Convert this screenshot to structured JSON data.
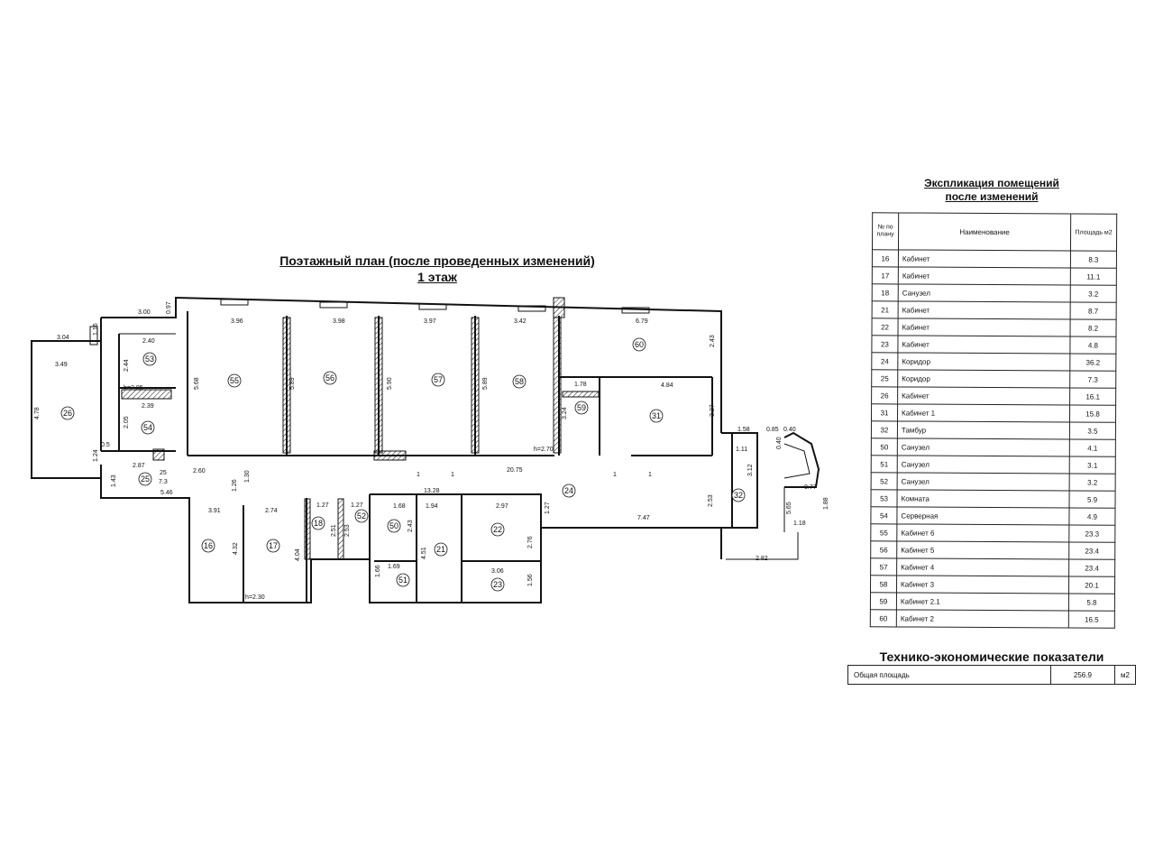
{
  "plan": {
    "title_line1": "Поэтажный план  (после проведенных изменений)",
    "title_line2": "1 этаж",
    "rooms": [
      "16",
      "17",
      "18",
      "21",
      "22",
      "23",
      "24",
      "25",
      "26",
      "31",
      "32",
      "50",
      "51",
      "52",
      "53",
      "54",
      "55",
      "56",
      "57",
      "58",
      "59",
      "60"
    ],
    "dimensions": [
      "3.00",
      "0.97",
      "3.96",
      "3.98",
      "3.97",
      "3.42",
      "6.79",
      "3.04",
      "1.16",
      "3.49",
      "2.40",
      "2.44",
      "h=2.85",
      "2.39",
      "2.05",
      "4.78",
      "0.5",
      "1.24",
      "2.87",
      "25",
      "7.3",
      "1.43",
      "5.46",
      "2.60",
      "1.30",
      "1.26",
      "5.68",
      "5.89",
      "5.90",
      "5.89",
      "1.78",
      "3.24",
      "h=2.70",
      "2.43",
      "4.84",
      "3.27",
      "20.75",
      "1.58",
      "0.85",
      "0.40",
      "1.11",
      "0.40",
      "3.12",
      "0.77",
      "1.88",
      "5.65",
      "1.18",
      "2.53",
      "2.82",
      "7.47",
      "13.28",
      "3.91",
      "2.74",
      "4.32",
      "4.04",
      "h=2.30",
      "1.27",
      "1.27",
      "2.51",
      "2.53",
      "1.68",
      "1.94",
      "2.97",
      "2.43",
      "1.27",
      "2.76",
      "4.51",
      "1.66",
      "1.69",
      "3.06",
      "1.56",
      "1",
      "1",
      "1",
      "1"
    ]
  },
  "explication": {
    "title_line1": "Экспликация помещений",
    "title_line2": "после изменений",
    "headers": {
      "num": "№ по плану",
      "name": "Наименование",
      "area": "Площадь м2"
    },
    "rows": [
      {
        "num": "16",
        "name": "Кабинет",
        "area": "8.3"
      },
      {
        "num": "17",
        "name": "Кабинет",
        "area": "11.1"
      },
      {
        "num": "18",
        "name": "Санузел",
        "area": "3.2"
      },
      {
        "num": "21",
        "name": "Кабинет",
        "area": "8.7"
      },
      {
        "num": "22",
        "name": "Кабинет",
        "area": "8.2"
      },
      {
        "num": "23",
        "name": "Кабинет",
        "area": "4.8"
      },
      {
        "num": "24",
        "name": "Коридор",
        "area": "36.2"
      },
      {
        "num": "25",
        "name": "Коридор",
        "area": "7.3"
      },
      {
        "num": "26",
        "name": "Кабинет",
        "area": "16.1"
      },
      {
        "num": "31",
        "name": "Кабинет 1",
        "area": "15.8"
      },
      {
        "num": "32",
        "name": "Тамбур",
        "area": "3.5"
      },
      {
        "num": "50",
        "name": "Санузел",
        "area": "4.1"
      },
      {
        "num": "51",
        "name": "Санузел",
        "area": "3.1"
      },
      {
        "num": "52",
        "name": "Санузел",
        "area": "3.2"
      },
      {
        "num": "53",
        "name": "Комната",
        "area": "5.9"
      },
      {
        "num": "54",
        "name": "Серверная",
        "area": "4.9"
      },
      {
        "num": "55",
        "name": "Кабинет 6",
        "area": "23.3"
      },
      {
        "num": "56",
        "name": "Кабинет 5",
        "area": "23.4"
      },
      {
        "num": "57",
        "name": "Кабинет 4",
        "area": "23.4"
      },
      {
        "num": "58",
        "name": "Кабинет 3",
        "area": "20.1"
      },
      {
        "num": "59",
        "name": "Кабинет 2.1",
        "area": "5.8"
      },
      {
        "num": "60",
        "name": "Кабинет 2",
        "area": "16.5"
      }
    ]
  },
  "tep": {
    "title": "Технико-экономические  показатели",
    "label": "Общая  площадь",
    "value": "256.9",
    "unit": "м2"
  }
}
